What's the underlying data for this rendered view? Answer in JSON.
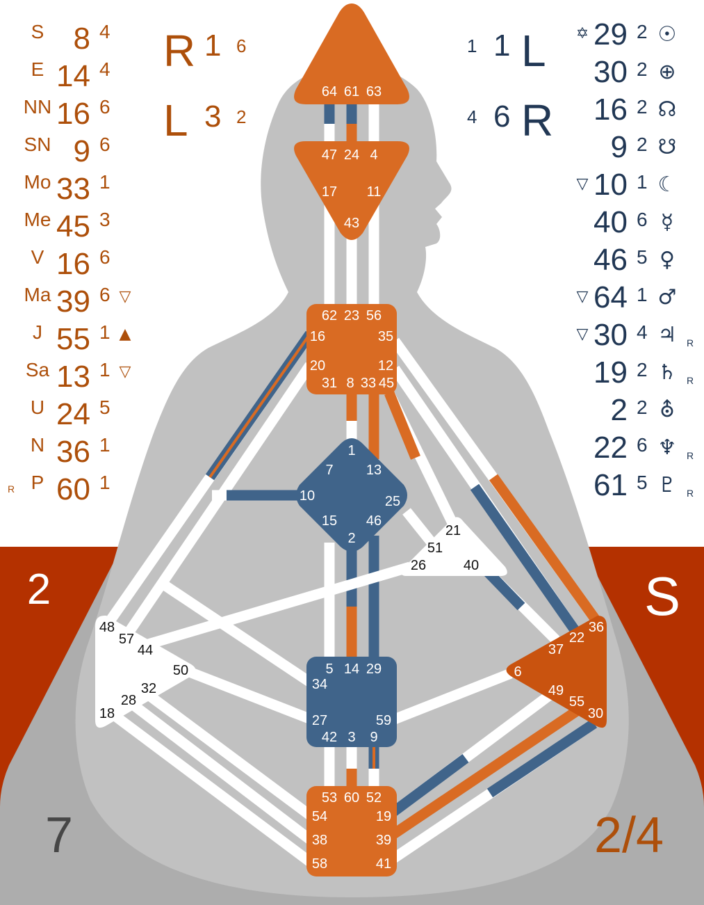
{
  "colors": {
    "design": "#ad4f0a",
    "personality": "#213754",
    "orange": "#d96b23",
    "blue": "#40648a",
    "grey_dark": "#464646",
    "red_band": "#b43100"
  },
  "design_column": [
    {
      "key": "S",
      "gate": "8",
      "line": "4"
    },
    {
      "key": "E",
      "gate": "14",
      "line": "4"
    },
    {
      "key": "NN",
      "gate": "16",
      "line": "6"
    },
    {
      "key": "SN",
      "gate": "9",
      "line": "6"
    },
    {
      "key": "Mo",
      "gate": "33",
      "line": "1"
    },
    {
      "key": "Me",
      "gate": "45",
      "line": "3"
    },
    {
      "key": "V",
      "gate": "16",
      "line": "6"
    },
    {
      "key": "Ma",
      "gate": "39",
      "line": "6",
      "mark": "▽"
    },
    {
      "key": "J",
      "gate": "55",
      "line": "1",
      "mark": "▲"
    },
    {
      "key": "Sa",
      "gate": "13",
      "line": "1",
      "mark": "▽"
    },
    {
      "key": "U",
      "gate": "24",
      "line": "5"
    },
    {
      "key": "N",
      "gate": "36",
      "line": "1"
    },
    {
      "key": "P",
      "gate": "60",
      "line": "1",
      "retro": "R"
    }
  ],
  "personality_column": [
    {
      "gate": "29",
      "line": "2",
      "symbol": "☉",
      "mark": "✡"
    },
    {
      "gate": "30",
      "line": "2",
      "symbol": "⊕"
    },
    {
      "gate": "16",
      "line": "2",
      "symbol": "☊"
    },
    {
      "gate": "9",
      "line": "2",
      "symbol": "☋"
    },
    {
      "gate": "10",
      "line": "1",
      "symbol": "☾",
      "mark": "▽"
    },
    {
      "gate": "40",
      "line": "6",
      "symbol": "☿"
    },
    {
      "gate": "46",
      "line": "5",
      "symbol": "♀"
    },
    {
      "gate": "64",
      "line": "1",
      "symbol": "♂",
      "mark": "▽"
    },
    {
      "gate": "30",
      "line": "4",
      "symbol": "♃",
      "mark": "▽",
      "retro": "R"
    },
    {
      "gate": "19",
      "line": "2",
      "symbol": "♄",
      "retro": "R"
    },
    {
      "gate": "2",
      "line": "2",
      "symbol": "⛢"
    },
    {
      "gate": "22",
      "line": "6",
      "symbol": "♆",
      "retro": "R"
    },
    {
      "gate": "61",
      "line": "5",
      "symbol": "♇",
      "retro": "R"
    }
  ],
  "design_variables": [
    {
      "letter": "R",
      "num": "1",
      "sub": "6"
    },
    {
      "letter": "L",
      "num": "3",
      "sub": "2"
    }
  ],
  "personality_variables": [
    {
      "letter": "L",
      "num": "1",
      "sub": "1"
    },
    {
      "letter": "R",
      "num": "6",
      "sub": "4"
    }
  ],
  "corner_labels": {
    "top_left": "2",
    "top_right": "S",
    "bottom_left": "7",
    "bottom_right": "2/4"
  },
  "gates": {
    "head": [
      "64",
      "61",
      "63"
    ],
    "ajna": [
      "47",
      "24",
      "4",
      "17",
      "11",
      "43"
    ],
    "throat": [
      "62",
      "23",
      "56",
      "16",
      "35",
      "20",
      "12",
      "31",
      "8",
      "33",
      "45"
    ],
    "g": [
      "1",
      "7",
      "13",
      "10",
      "25",
      "15",
      "46",
      "2"
    ],
    "ego": [
      "21",
      "51",
      "26",
      "40"
    ],
    "spleen": [
      "48",
      "57",
      "44",
      "50",
      "32",
      "28",
      "18"
    ],
    "sacral": [
      "5",
      "14",
      "29",
      "34",
      "27",
      "59",
      "42",
      "3",
      "9"
    ],
    "solar": [
      "36",
      "22",
      "37",
      "6",
      "49",
      "55",
      "30"
    ],
    "root": [
      "53",
      "60",
      "52",
      "54",
      "19",
      "38",
      "39",
      "58",
      "41"
    ]
  }
}
